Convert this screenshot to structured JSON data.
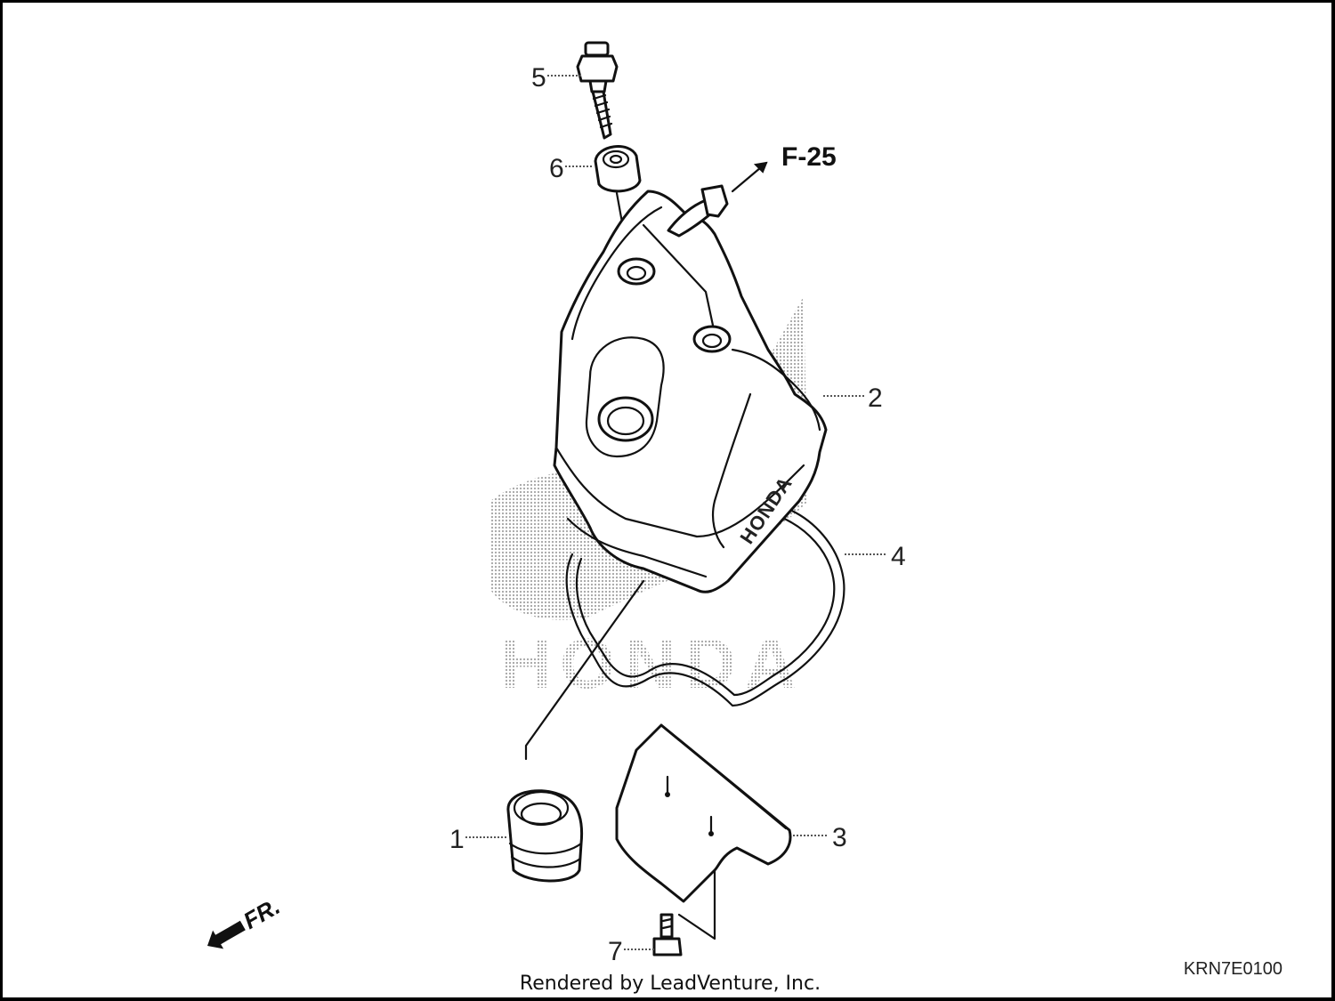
{
  "diagram": {
    "callouts": {
      "p1": "1",
      "p2": "2",
      "p3": "3",
      "p4": "4",
      "p5": "5",
      "p6": "6",
      "p7": "7"
    },
    "reference_arrow": "F-25",
    "front_arrow": "FR.",
    "drawing_code": "KRN7E0100",
    "watermark": "HONDA",
    "cover_emblem": "HONDA",
    "credit": "Rendered by LeadVenture, Inc."
  },
  "colors": {
    "line": "#111111",
    "watermark": "#bdbdbd",
    "background": "#ffffff"
  }
}
